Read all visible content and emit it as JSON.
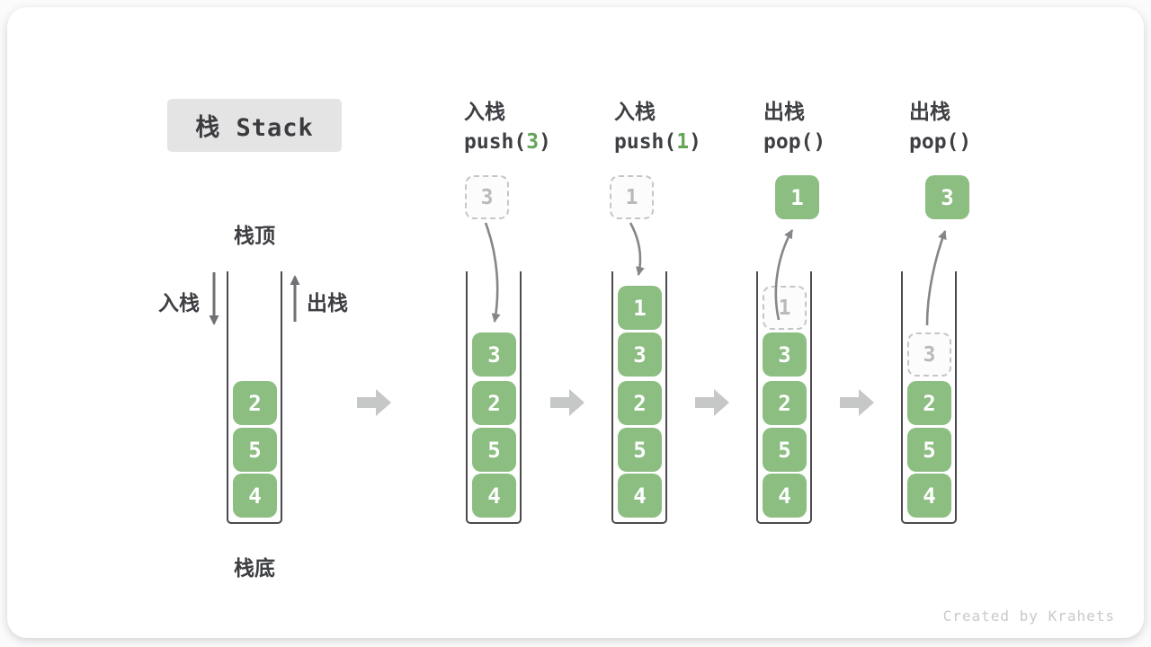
{
  "page": {
    "title": "栈 Stack",
    "watermark": "Created by Krahets"
  },
  "legend": {
    "stack_top": "栈顶",
    "stack_bottom": "栈底",
    "push_label": "入栈",
    "pop_label": "出栈"
  },
  "operations": [
    {
      "name": "入栈",
      "fn": "push(",
      "arg": "3",
      "close": ")"
    },
    {
      "name": "入栈",
      "fn": "push(",
      "arg": "1",
      "close": ")"
    },
    {
      "name": "出栈",
      "fn": "pop(",
      "arg": "",
      "close": ")"
    },
    {
      "name": "出栈",
      "fn": "pop(",
      "arg": "",
      "close": ")"
    }
  ],
  "stages": [
    {
      "boxes": [
        "2",
        "5",
        "4"
      ]
    },
    {
      "incoming": "3",
      "boxes": [
        "3",
        "2",
        "5",
        "4"
      ]
    },
    {
      "incoming": "1",
      "boxes": [
        "1",
        "3",
        "2",
        "5",
        "4"
      ]
    },
    {
      "outgoing": "1",
      "ghost": "1",
      "boxes": [
        "3",
        "2",
        "5",
        "4"
      ]
    },
    {
      "outgoing": "3",
      "ghost": "3",
      "boxes": [
        "2",
        "5",
        "4"
      ]
    }
  ],
  "colors": {
    "box_green": "#8CBE82",
    "code_arg_green": "#64A455",
    "text_dark": "#3E3F43",
    "container_border": "#4B4B4D",
    "curve_arrow_gray": "#85868A",
    "flow_arrow_gray": "#C6C7C7",
    "ghost_border": "#C6C6C6",
    "ghost_text": "#B9BABA",
    "title_bg": "#E4E4E4",
    "watermark_gray": "#C9C9C9"
  }
}
